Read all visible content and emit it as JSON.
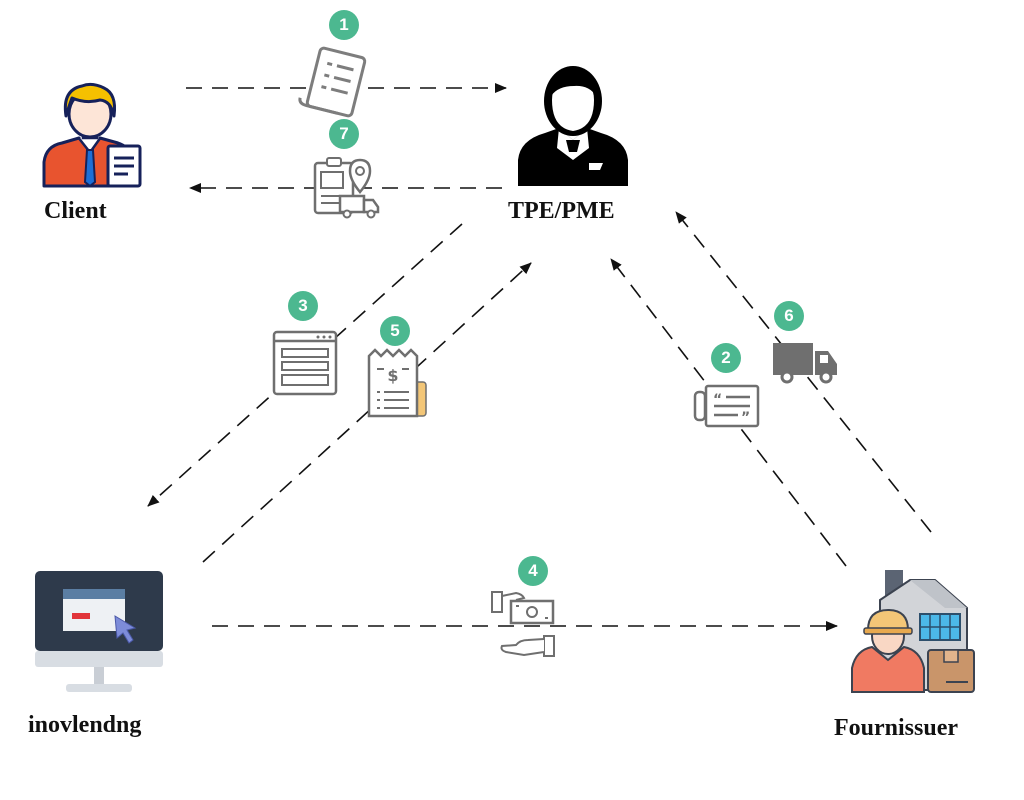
{
  "actors": {
    "client": "Client",
    "tpe_pme": "TPE/PME",
    "inovlending": "inovlendng",
    "fournisseur": "Fournissuer"
  },
  "steps": [
    "1",
    "2",
    "3",
    "4",
    "5",
    "6",
    "7"
  ],
  "colors": {
    "badge": "#4cb890",
    "arrow": "#111111",
    "icon_gray": "#6f6f6f",
    "client_shirt": "#e8542f",
    "client_hair": "#f5c000",
    "client_tie": "#1d6fd6",
    "client_outline": "#16215a",
    "monitor_screen": "#2e3a4b",
    "monitor_body": "#d8dde3",
    "worker_shirt": "#f07a62",
    "worker_helmet": "#f3c677",
    "factory_gray": "#d2d4d8",
    "window_blue": "#4cb8e8",
    "box_brown": "#c9956a",
    "receipt_accent": "#f3c677"
  },
  "icons": {
    "step1": "document-icon",
    "step2": "invoice-icon",
    "step3": "web-form-icon",
    "step4": "payment-icon",
    "step5": "receipt-icon",
    "step6": "delivery-truck-icon",
    "step7": "delivery-tracking-icon"
  }
}
